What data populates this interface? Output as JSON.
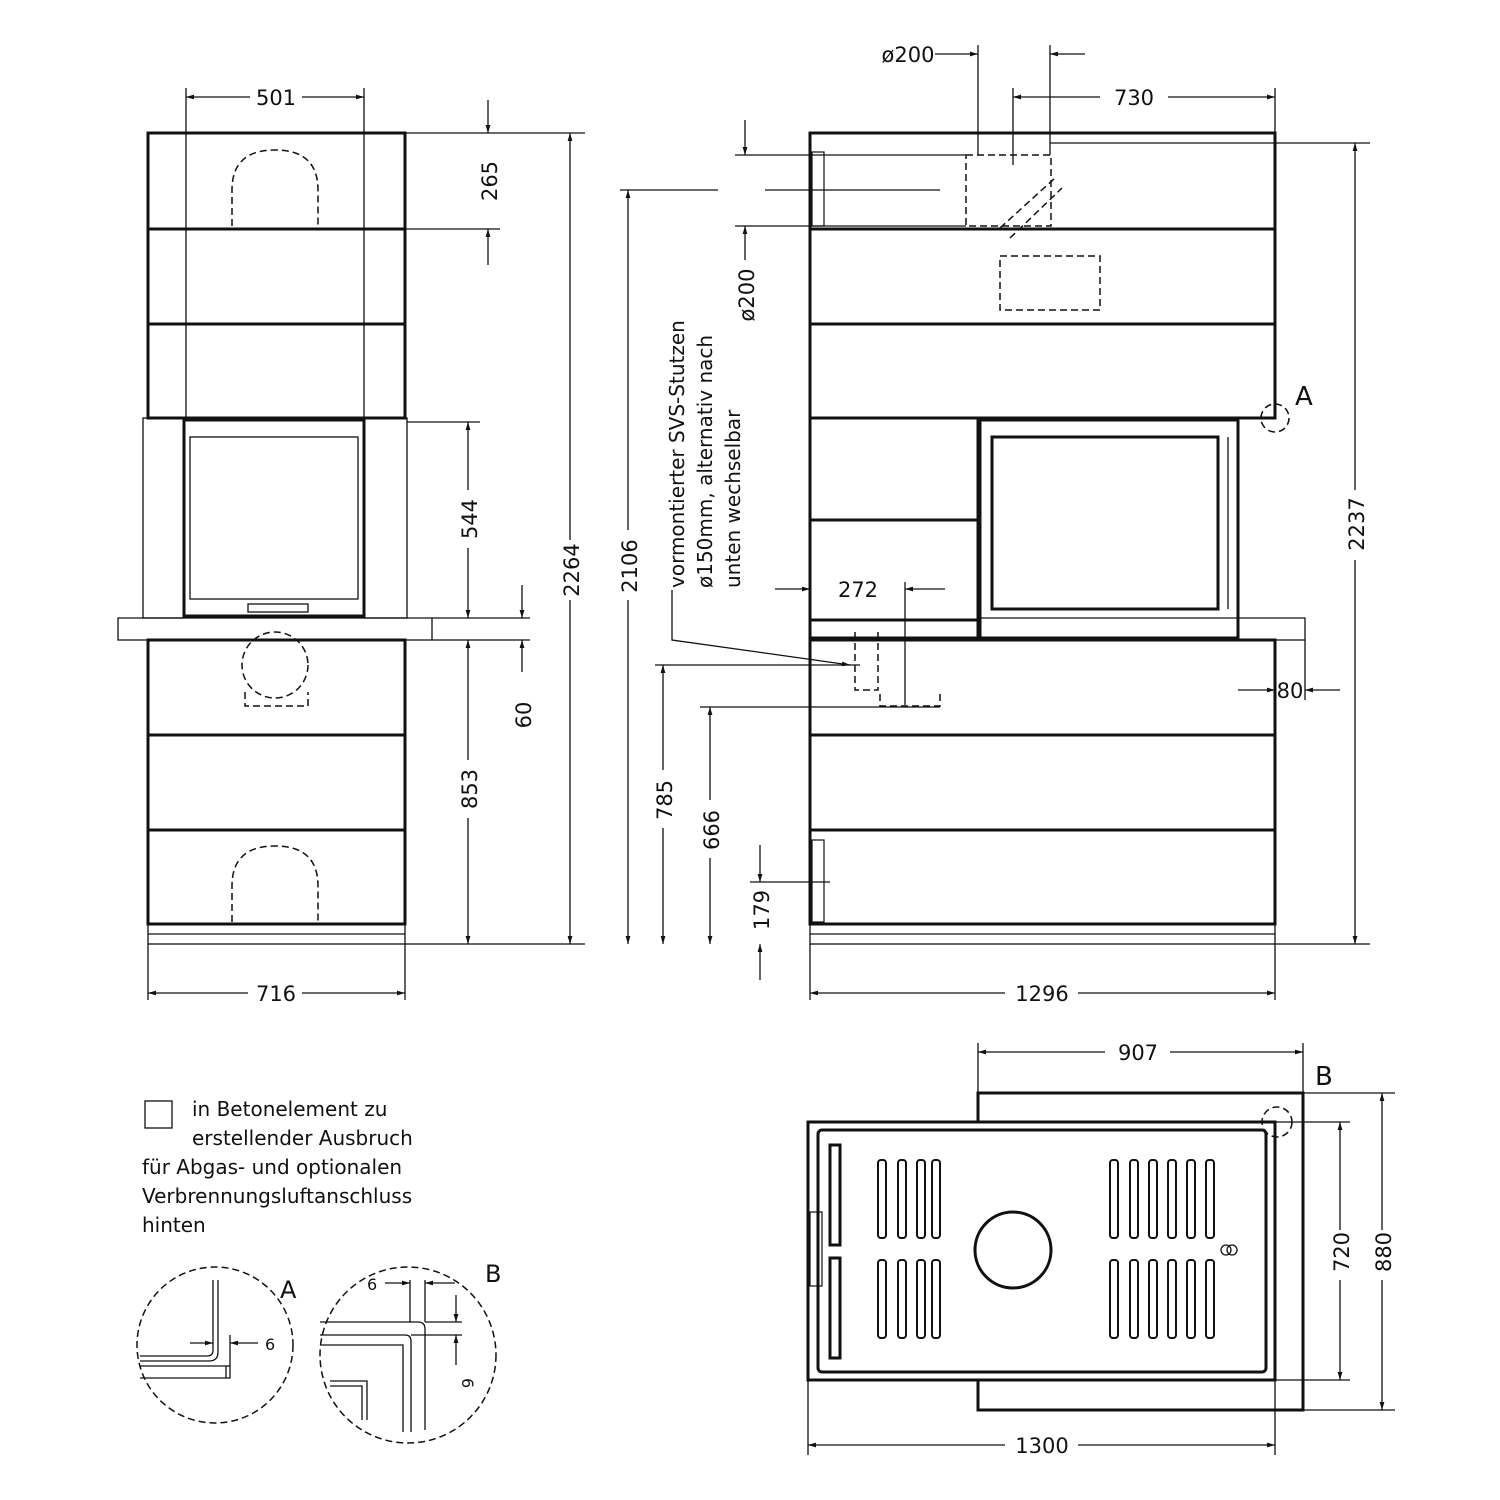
{
  "dimensions": {
    "front_width_top": "501",
    "front_top_block": "265",
    "front_firebox_height": "544",
    "front_total_height": "2264",
    "front_shelf_thickness": "60",
    "front_lower_height": "853",
    "front_width": "716",
    "side_flue_diameter_top": "ø200",
    "side_flue_offset": "730",
    "side_flue_diameter_rear": "ø200",
    "side_total_height_left": "2106",
    "side_total_height_right": "2237",
    "side_svs_offset": "272",
    "side_shelf_overhang": "80",
    "side_height_785": "785",
    "side_height_666": "666",
    "side_height_179": "179",
    "side_width": "1296",
    "plan_depth_top": "907",
    "plan_inner_depth": "720",
    "plan_outer_depth": "880",
    "plan_width": "1300",
    "detail_a_gap": "6",
    "detail_b_gap_h": "6",
    "detail_b_gap_v": "6"
  },
  "labels": {
    "detail_a": "A",
    "detail_b": "B",
    "svs_note": [
      "vormontierter SVS-Stutzen",
      "ø150mm, alternativ nach",
      "unten wechselbar"
    ],
    "legend": [
      "in Betonelement zu",
      "erstellender Ausbruch",
      "für Abgas- und optionalen",
      "Verbrennungsluftanschluss",
      "hinten"
    ]
  }
}
